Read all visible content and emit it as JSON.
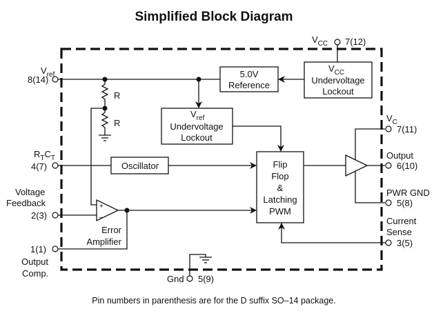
{
  "title": "Simplified Block Diagram",
  "caption": "Pin numbers in parenthesis are for the D suffix SO–14 package.",
  "blocks": {
    "reference": {
      "line1": "5.0V",
      "line2": "Reference"
    },
    "vcc_uvlo": {
      "sym_main": "V",
      "sym_sub": "CC",
      "line2": "Undervoltage",
      "line3": "Lockout"
    },
    "vref_uvlo": {
      "sym_main": "V",
      "sym_sub": "ref",
      "line2": "Undervoltage",
      "line3": "Lockout"
    },
    "oscillator": {
      "label": "Oscillator"
    },
    "flipflop": {
      "line1": "Flip",
      "line2": "Flop",
      "line3": "&",
      "line4": "Latching",
      "line5": "PWM"
    },
    "error_amp": {
      "line1": "Error",
      "line2": "Amplifier",
      "plus": "+",
      "minus": "–"
    },
    "resistors": {
      "r1": "R",
      "r2": "R"
    }
  },
  "pins": {
    "vref": {
      "main": "V",
      "sub": "ref",
      "number": "8(14)"
    },
    "rtct": {
      "r": "R",
      "rsub": "T",
      "c": "C",
      "csub": "T",
      "number": "4(7)"
    },
    "voltage_feedback": {
      "line1": "Voltage",
      "line2": "Feedback",
      "number": "2(3)"
    },
    "output_comp": {
      "number": "1(1)",
      "line1": "Output",
      "line2": "Comp."
    },
    "vcc": {
      "main": "V",
      "sub": "CC",
      "number": "7(12)"
    },
    "vc": {
      "main": "V",
      "sub": "C",
      "number": "7(11)"
    },
    "output": {
      "label": "Output",
      "number": "6(10)"
    },
    "pwr_gnd": {
      "label": "PWR GND",
      "number": "5(8)"
    },
    "current_sense": {
      "line1": "Current",
      "line2": "Sense",
      "number": "3(5)"
    },
    "gnd": {
      "label": "Gnd",
      "number": "5(9)"
    }
  }
}
